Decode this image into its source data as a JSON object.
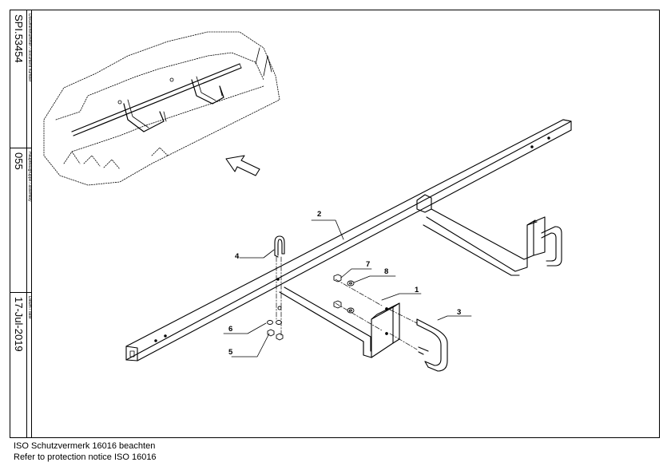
{
  "title_block": {
    "document_number": {
      "label": "Dokumentnummer / document number",
      "value": "SPI.53454"
    },
    "assembly": {
      "label": "Hauptbaugruppe / assembly",
      "value": "055"
    },
    "date": {
      "label": "Datum / date",
      "value": "17-Jul-2019"
    }
  },
  "callouts": [
    "1",
    "2",
    "3",
    "4",
    "5",
    "6",
    "7",
    "8"
  ],
  "notice": {
    "line1": "ISO Schutzvermerk 16016 beachten",
    "line2": "Refer to protection notice ISO 16016"
  }
}
